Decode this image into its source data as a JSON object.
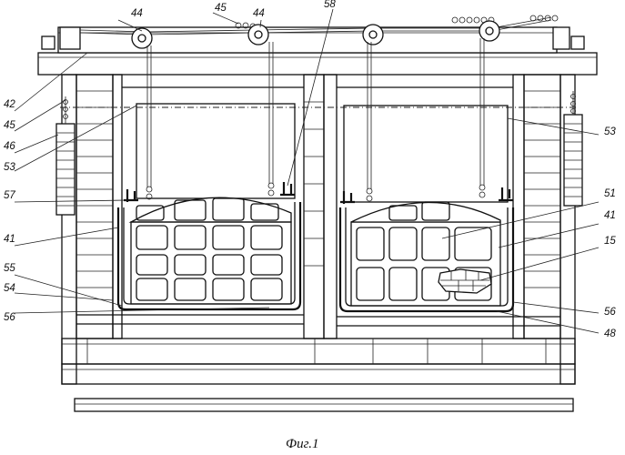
{
  "figure": {
    "caption": "Фиг.1",
    "labels": {
      "l44a": "44",
      "l45": "45",
      "l44b": "44",
      "l58": "58",
      "l42": "42",
      "l45b": "45",
      "l46": "46",
      "l53a": "53",
      "l57": "57",
      "l41a": "41",
      "l55": "55",
      "l54": "54",
      "l56a": "56",
      "l53b": "53",
      "l51": "51",
      "l41b": "41",
      "l15": "15",
      "l56b": "56",
      "l48": "48"
    }
  }
}
